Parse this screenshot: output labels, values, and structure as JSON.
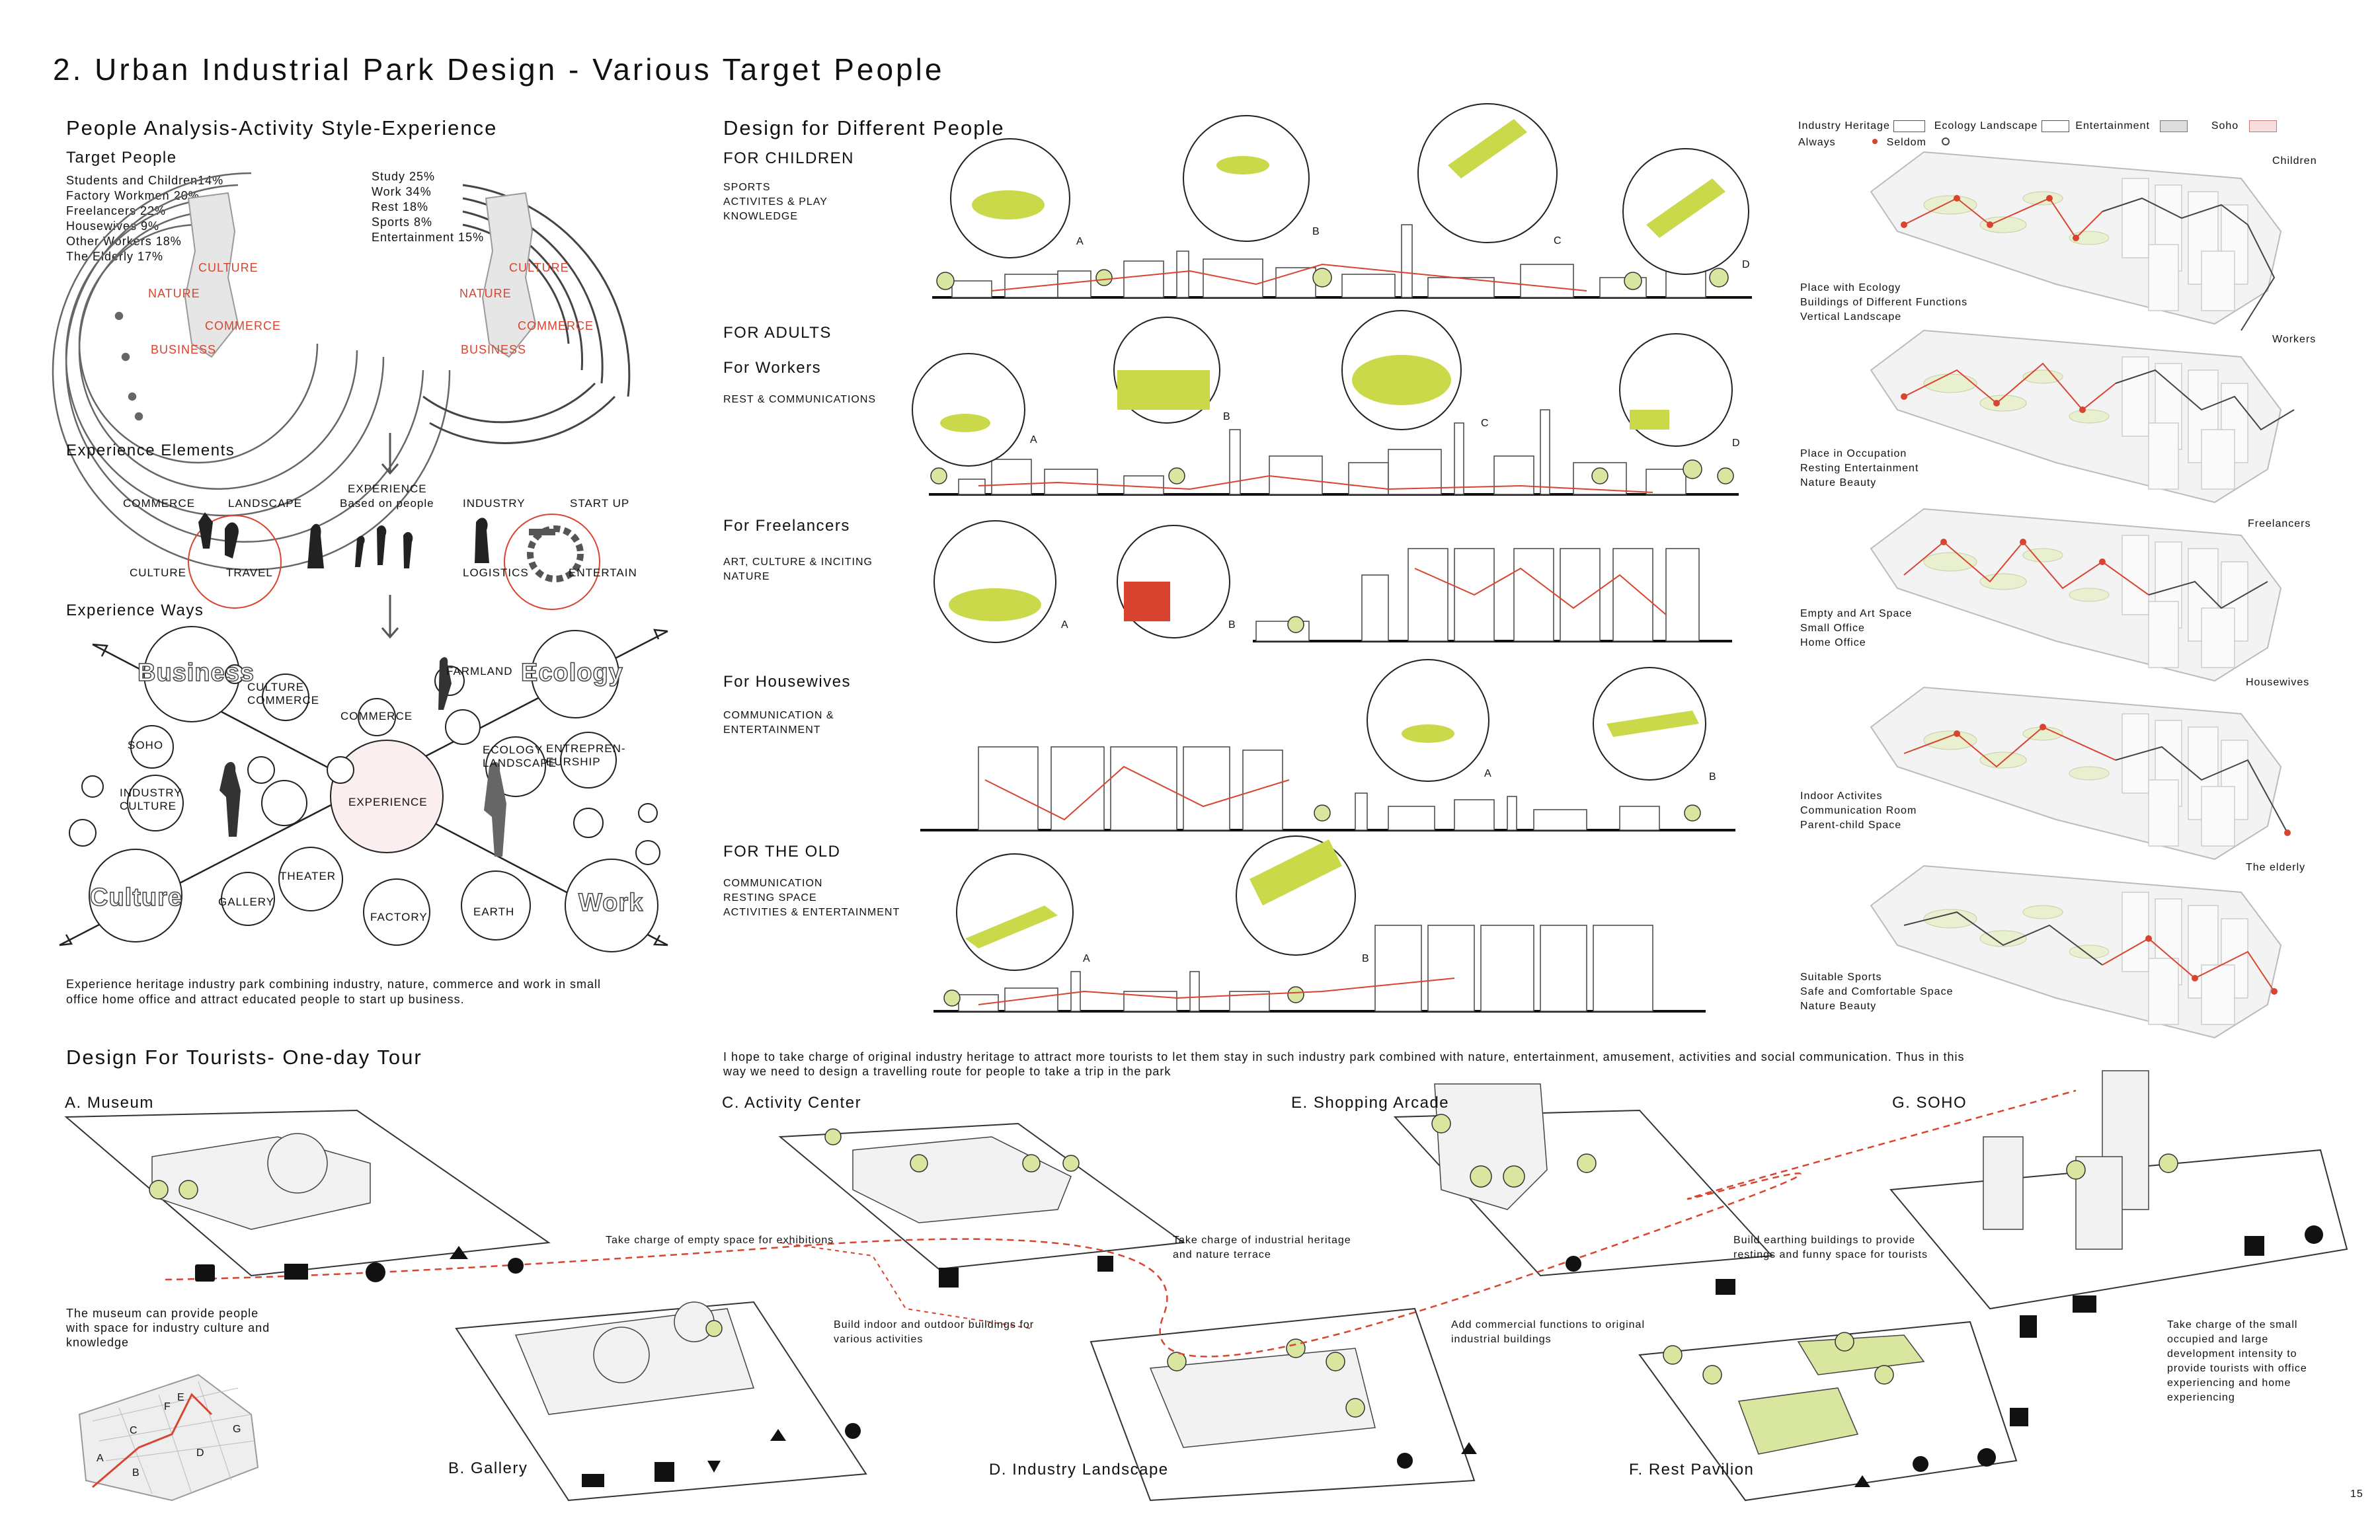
{
  "title": "2. Urban Industrial Park Design - Various Target People",
  "page_number": "15",
  "people_analysis": {
    "heading": "People Analysis-Activity Style-Experience",
    "target_people_label": "Target People",
    "groups": [
      "Students and Children14%",
      "Factory Workmen 20%",
      "Freelancers 22%",
      "Housewives 9%",
      "Other Workers 18%",
      "The Elderly 17%"
    ],
    "activities": [
      "Study 25%",
      "Work 34%",
      "Rest 18%",
      "Sports 8%",
      "Entertainment 15%"
    ],
    "zones": [
      "CULTURE",
      "NATURE",
      "COMMERCE",
      "BUSINESS"
    ],
    "experience_elements_label": "Experience Elements",
    "elements": {
      "commerce": "COMMERCE",
      "landscape": "LANDSCAPE",
      "experience": "EXPERIENCE",
      "based_on_people": "Based on people",
      "industry": "INDUSTRY",
      "start_up": "START UP",
      "culture": "CULTURE",
      "travel": "TRAVEL",
      "logistics": "LOGISTICS",
      "entertain": "ENTERTAIN"
    },
    "experience_ways_label": "Experience Ways",
    "ways": {
      "business": "Business",
      "ecology": "Ecology",
      "culture": "Culture",
      "work": "Work",
      "culture_commerce": "CULTURE\nCOMMERCE",
      "farmland": "FARMLAND",
      "commerce": "COMMERCE",
      "soho": "SOHO",
      "ecology_landscape": "ECOLOGY\nLANDSCAPE",
      "entrepreneurship": "ENTREPREN-\nEURSHIP",
      "industry_culture": "INDUSTRY\nCULTURE",
      "experience": "EXPERIENCE",
      "theater": "THEATER",
      "gallery": "GALLERY",
      "factory": "FACTORY",
      "earth": "EARTH"
    },
    "summary": "Experience heritage industry park combining industry, nature, commerce and work in small\noffice home office and attract educated people to start up business."
  },
  "design_people": {
    "heading": "Design for Different People",
    "sections": [
      {
        "title": "FOR CHILDREN",
        "desc": "SPORTS\nACTIVITES & PLAY\nKNOWLEDGE",
        "points": [
          "A",
          "B",
          "C",
          "D"
        ]
      },
      {
        "title": "FOR ADULTS",
        "subtitle": "For Workers",
        "desc": "REST & COMMUNICATIONS",
        "points": [
          "A",
          "B",
          "C",
          "D"
        ]
      },
      {
        "title": "For Freelancers",
        "desc": "ART, CULTURE & INCITING\nNATURE",
        "points": [
          "A",
          "B"
        ]
      },
      {
        "title": "For Housewives",
        "desc": "COMMUNICATION &\nENTERTAINMENT",
        "points": [
          "A",
          "B"
        ]
      },
      {
        "title": "FOR THE OLD",
        "desc": "COMMUNICATION\nRESTING SPACE\nACTIVITIES & ENTERTAINMENT",
        "points": [
          "A",
          "B"
        ]
      }
    ]
  },
  "legend": {
    "items": [
      "Industry Heritage",
      "Ecology Landscape",
      "Entertainment",
      "Soho"
    ],
    "always": "Always",
    "seldom": "Seldom"
  },
  "maps": [
    {
      "label": "Children",
      "desc": "Place with Ecology\nBuildings of Different Functions\nVertical Landscape"
    },
    {
      "label": "Workers",
      "desc": "Place in Occupation\nResting Entertainment\nNature Beauty"
    },
    {
      "label": "Freelancers",
      "desc": "Empty and Art Space\nSmall Office\nHome Office"
    },
    {
      "label": "Housewives",
      "desc": "Indoor Activites\nCommunication Room\nParent-child Space"
    },
    {
      "label": "The elderly",
      "desc": "Suitable Sports\nSafe and Comfortable Space\nNature Beauty"
    }
  ],
  "tourists": {
    "heading": "Design For Tourists- One-day Tour",
    "intro": "I hope to take charge of original industry heritage to attract more tourists to let them stay in such industry park combined with nature, entertainment, amusement, activities and social communication. Thus in this\nway we need to design a travelling route for people to take a trip in the park",
    "stops": {
      "a": "A. Museum",
      "b": "B. Gallery",
      "c": "C. Activity Center",
      "d": "D. Industry Landscape",
      "e": "E. Shopping Arcade",
      "f": "F. Rest Pavilion",
      "g": "G. SOHO"
    },
    "notes": {
      "museum": "The museum can provide people\nwith space for industry culture and\nknowledge",
      "exhibitions": "Take charge of empty space for exhibitions",
      "heritage": "Take charge of industrial heritage\nand nature terrace",
      "indoor": "Build indoor and outdoor buildings for\nvarious activities",
      "commercial": "Add commercial functions to original\nindustrial buildings",
      "earthing": "Build earthing buildings to provide\nrestings and funny space for tourists",
      "office": "Take charge of the small\noccupied and large\ndevelopment intensity to\nprovide tourists with office\nexperiencing and home\nexperiencing"
    },
    "map_letters": [
      "A",
      "B",
      "C",
      "D",
      "E",
      "F",
      "G"
    ]
  }
}
